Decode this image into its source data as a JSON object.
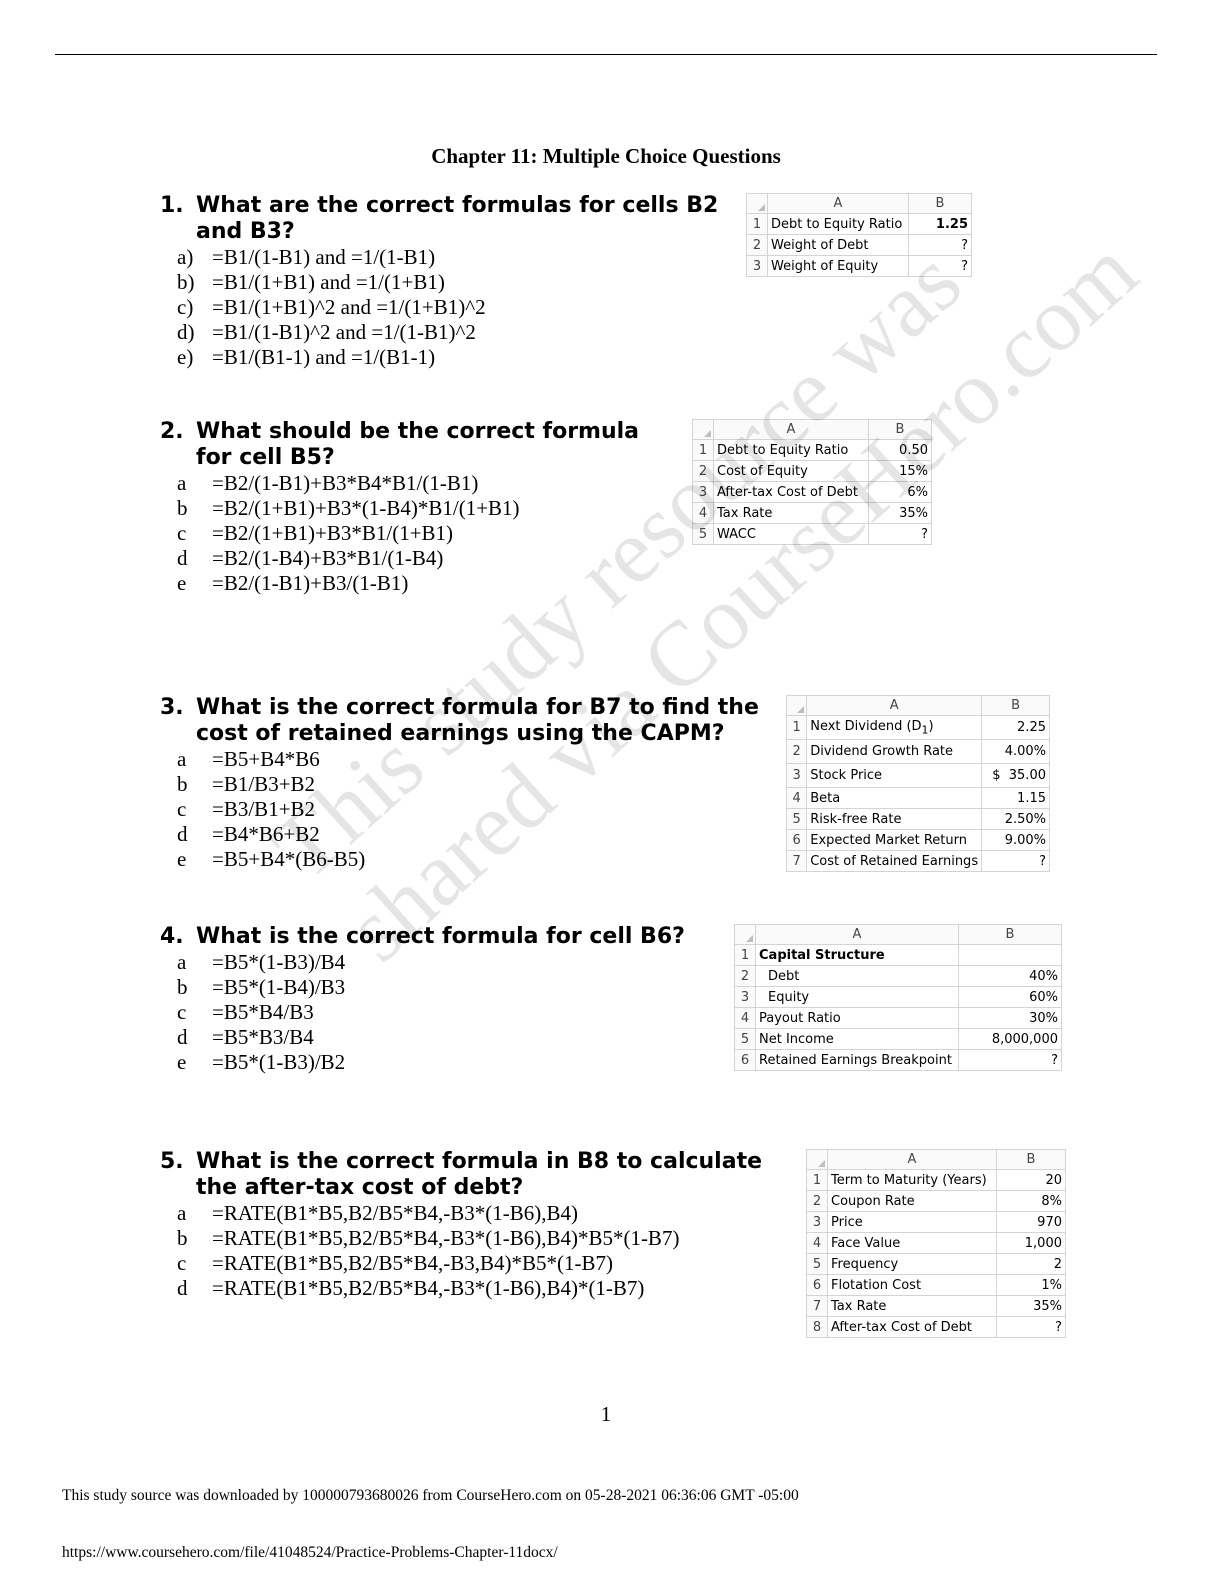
{
  "title": "Chapter 11: Multiple Choice Questions",
  "questions": [
    {
      "num": "1.",
      "text": "What are the correct formulas for cells B2 and B3?",
      "options": [
        {
          "letter": "a)",
          "text": "=B1/(1-B1) and =1/(1-B1)"
        },
        {
          "letter": "b)",
          "text": "=B1/(1+B1) and =1/(1+B1)"
        },
        {
          "letter": "c)",
          "text": "=B1/(1+B1)^2 and =1/(1+B1)^2"
        },
        {
          "letter": "d)",
          "text": "=B1/(1-B1)^2 and =1/(1-B1)^2"
        },
        {
          "letter": "e)",
          "text": "=B1/(B1-1) and =1/(B1-1)"
        }
      ],
      "sheet": {
        "col_a": "A",
        "col_b": "B",
        "rows": [
          {
            "n": "1",
            "label": "Debt to Equity Ratio",
            "value": "1.25"
          },
          {
            "n": "2",
            "label": "Weight of Debt",
            "value": "?"
          },
          {
            "n": "3",
            "label": "Weight of Equity",
            "value": "?"
          }
        ]
      }
    },
    {
      "num": "2.",
      "text": "What should be the correct formula for cell B5?",
      "options": [
        {
          "letter": "a",
          "text": "=B2/(1-B1)+B3*B4*B1/(1-B1)"
        },
        {
          "letter": "b",
          "text": "=B2/(1+B1)+B3*(1-B4)*B1/(1+B1)"
        },
        {
          "letter": "c",
          "text": "=B2/(1+B1)+B3*B1/(1+B1)"
        },
        {
          "letter": "d",
          "text": "=B2/(1-B4)+B3*B1/(1-B4)"
        },
        {
          "letter": "e",
          "text": "=B2/(1-B1)+B3/(1-B1)"
        }
      ],
      "sheet": {
        "col_a": "A",
        "col_b": "B",
        "rows": [
          {
            "n": "1",
            "label": "Debt to Equity Ratio",
            "value": "0.50"
          },
          {
            "n": "2",
            "label": "Cost of Equity",
            "value": "15%"
          },
          {
            "n": "3",
            "label": "After-tax Cost of Debt",
            "value": "6%"
          },
          {
            "n": "4",
            "label": "Tax Rate",
            "value": "35%"
          },
          {
            "n": "5",
            "label": "WACC",
            "value": "?"
          }
        ]
      }
    },
    {
      "num": "3.",
      "text": "What is the correct formula for B7 to find the cost of retained earnings using the CAPM?",
      "options": [
        {
          "letter": "a",
          "text": "=B5+B4*B6"
        },
        {
          "letter": "b",
          "text": "=B1/B3+B2"
        },
        {
          "letter": "c",
          "text": "=B3/B1+B2"
        },
        {
          "letter": "d",
          "text": "=B4*B6+B2"
        },
        {
          "letter": "e",
          "text": "=B5+B4*(B6-B5)"
        }
      ],
      "sheet": {
        "col_a": "A",
        "col_b": "B",
        "rows": [
          {
            "n": "1",
            "label": "Next Dividend (D",
            "sub": "1",
            "label_end": ")",
            "value": "2.25"
          },
          {
            "n": "2",
            "label": "Dividend Growth Rate",
            "value": "4.00%"
          },
          {
            "n": "3",
            "label": "Stock Price",
            "value": "$  35.00"
          },
          {
            "n": "4",
            "label": "Beta",
            "value": "1.15"
          },
          {
            "n": "5",
            "label": "Risk-free Rate",
            "value": "2.50%"
          },
          {
            "n": "6",
            "label": "Expected Market Return",
            "value": "9.00%"
          },
          {
            "n": "7",
            "label": "Cost of Retained Earnings",
            "value": "?"
          }
        ]
      }
    },
    {
      "num": "4.",
      "text": "What is the correct formula for cell B6?",
      "options": [
        {
          "letter": "a",
          "text": "=B5*(1-B3)/B4"
        },
        {
          "letter": "b",
          "text": "=B5*(1-B4)/B3"
        },
        {
          "letter": "c",
          "text": "=B5*B4/B3"
        },
        {
          "letter": "d",
          "text": "=B5*B3/B4"
        },
        {
          "letter": "e",
          "text": "=B5*(1-B3)/B2"
        }
      ],
      "sheet": {
        "col_a": "A",
        "col_b": "B",
        "rows": [
          {
            "n": "1",
            "label": "Capital Structure",
            "value": ""
          },
          {
            "n": "2",
            "label": "Debt",
            "value": "40%"
          },
          {
            "n": "3",
            "label": "Equity",
            "value": "60%"
          },
          {
            "n": "4",
            "label": "Payout Ratio",
            "value": "30%"
          },
          {
            "n": "5",
            "label": "Net Income",
            "value": "8,000,000"
          },
          {
            "n": "6",
            "label": "Retained Earnings Breakpoint",
            "value": "?"
          }
        ]
      }
    },
    {
      "num": "5.",
      "text": "What is the correct formula in B8 to calculate the after-tax cost of debt?",
      "options": [
        {
          "letter": "a",
          "text": "=RATE(B1*B5,B2/B5*B4,-B3*(1-B6),B4)"
        },
        {
          "letter": "b",
          "text": "=RATE(B1*B5,B2/B5*B4,-B3*(1-B6),B4)*B5*(1-B7)"
        },
        {
          "letter": "c",
          "text": "=RATE(B1*B5,B2/B5*B4,-B3,B4)*B5*(1-B7)"
        },
        {
          "letter": "d",
          "text": "=RATE(B1*B5,B2/B5*B4,-B3*(1-B6),B4)*(1-B7)"
        }
      ],
      "sheet": {
        "col_a": "A",
        "col_b": "B",
        "rows": [
          {
            "n": "1",
            "label": "Term to Maturity (Years)",
            "value": "20"
          },
          {
            "n": "2",
            "label": "Coupon Rate",
            "value": "8%"
          },
          {
            "n": "3",
            "label": "Price",
            "value": "970"
          },
          {
            "n": "4",
            "label": "Face Value",
            "value": "1,000"
          },
          {
            "n": "5",
            "label": "Frequency",
            "value": "2"
          },
          {
            "n": "6",
            "label": "Flotation Cost",
            "value": "1%"
          },
          {
            "n": "7",
            "label": "Tax Rate",
            "value": "35%"
          },
          {
            "n": "8",
            "label": "After-tax Cost of Debt",
            "value": "?"
          }
        ]
      }
    }
  ],
  "page_number": "1",
  "footer": {
    "source_line": "This study source was downloaded by 100000793680026 from CourseHero.com on 05-28-2021 06:36:06 GMT -05:00",
    "url": "https://www.coursehero.com/file/41048524/Practice-Problems-Chapter-11docx/"
  },
  "watermark": {
    "line1": "This study resource was",
    "line2": "shared via CourseHero.com"
  }
}
